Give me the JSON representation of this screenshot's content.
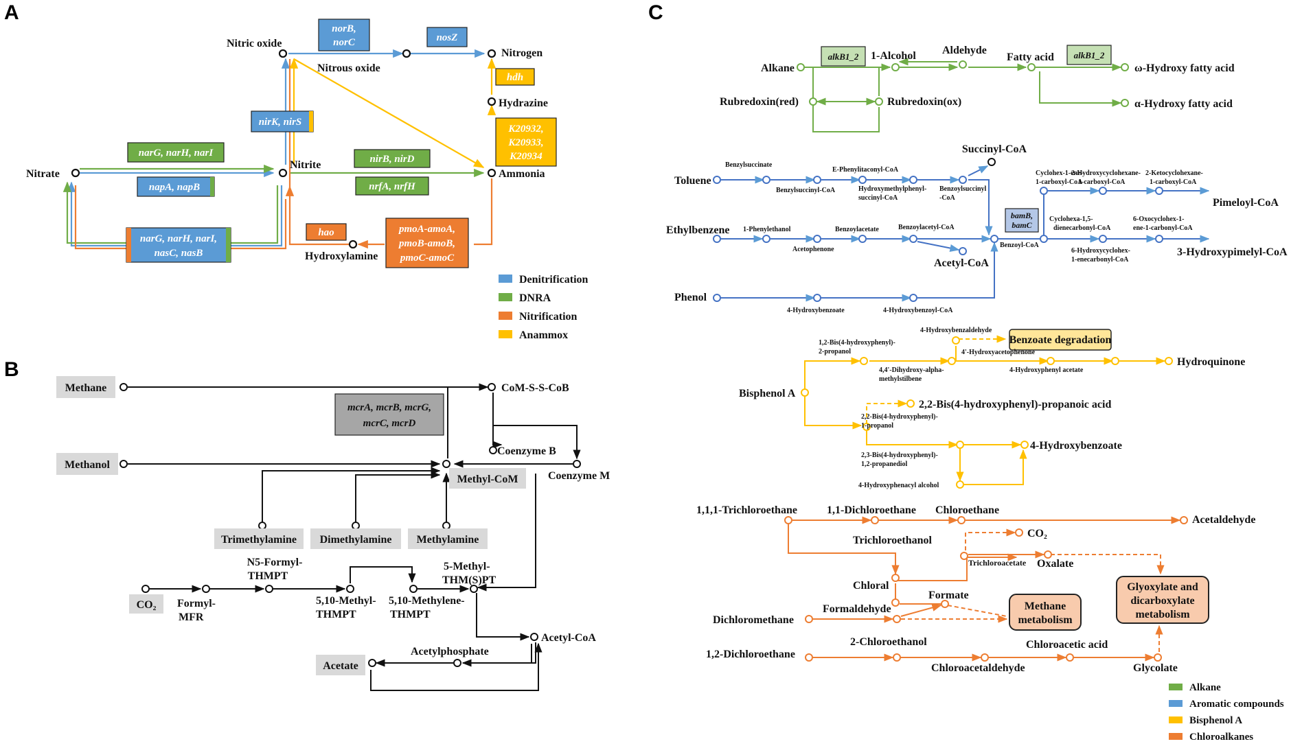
{
  "panels": {
    "A": {
      "label": "A",
      "nodes": {
        "nitric_oxide": "Nitric oxide",
        "nitrous_oxide": "Nitrous oxide",
        "nitrogen": "Nitrogen",
        "hydrazine": "Hydrazine",
        "nitrate": "Nitrate",
        "nitrite": "Nitrite",
        "ammonia": "Ammonia",
        "hydroxylamine": "Hydroxylamine"
      },
      "genes": {
        "norB_norC": [
          "norB,",
          "norC"
        ],
        "nosZ": "nosZ",
        "hdh": "hdh",
        "nirK_nirS": "nirK, nirS",
        "narG_narH_narI_top": "narG, narH, narI",
        "napA_napB": "napA, napB",
        "nirB_nirD": "nirB, nirD",
        "nrfA_nrfH": "nrfA, nrfH",
        "k2093x": [
          "K20932,",
          "K20933,",
          "K20934"
        ],
        "narG_nasC_nasB": [
          "narG, narH, narI,",
          "nasC, nasB"
        ],
        "hao": "hao",
        "pmo": [
          "pmoA-amoA,",
          "pmoB-amoB,",
          "pmoC-amoC"
        ]
      },
      "legend": [
        {
          "label": "Denitrification",
          "color": "#5b9bd5"
        },
        {
          "label": "DNRA",
          "color": "#70ad47"
        },
        {
          "label": "Nitrification",
          "color": "#ed7d31"
        },
        {
          "label": "Anammox",
          "color": "#ffc000"
        }
      ]
    },
    "B": {
      "label": "B",
      "nodes": {
        "methane": "Methane",
        "com_s_s_cob": "CoM-S-S-CoB",
        "methanol": "Methanol",
        "coenzyme_b": "Coenzyme B",
        "methyl_com": "Methyl-CoM",
        "coenzyme_m": "Coenzyme M",
        "trimethylamine": "Trimethylamine",
        "dimethylamine": "Dimethylamine",
        "methylamine": "Methylamine",
        "n5_formyl": [
          "N5-Formyl-",
          "THMPT"
        ],
        "methyl_thmpt": [
          "5-Methyl-",
          "THM(S)PT"
        ],
        "co2": "CO₂",
        "formyl_mfr": [
          "Formyl-",
          "MFR"
        ],
        "methyl_510": [
          "5,10-Methyl-",
          "THMPT"
        ],
        "methylene_510": [
          "5,10-Methylene-",
          "THMPT"
        ],
        "acetyl_coa": "Acetyl-CoA",
        "acetylphosphate": "Acetylphosphate",
        "acetate": "Acetate"
      },
      "genes": {
        "mcr": [
          "mcrA, mcrB, mcrG,",
          "mcrC, mcrD"
        ]
      }
    },
    "C": {
      "label": "C",
      "alkane": {
        "alkane": "Alkane",
        "gene": "alkB1_2",
        "alcohol": "1-Alcohol",
        "aldehyde": "Aldehyde",
        "fatty_acid": "Fatty acid",
        "omega": "ω-Hydroxy fatty acid",
        "alpha": "α-Hydroxy fatty acid",
        "rub_red": "Rubredoxin(red)",
        "rub_ox": "Rubredoxin(ox)"
      },
      "aromatic": {
        "succinyl_coa": "Succinyl-CoA",
        "toluene": "Toluene",
        "benzylsuccinate": "Benzylsuccinate",
        "e_phenylitaconyl": "E-Phenylitaconyl-CoA",
        "benzylsuccinyl": "Benzylsuccinyl-CoA",
        "hydroxymethyl": [
          "Hydroxymethylphenyl-",
          "succinyl-CoA"
        ],
        "benzoylsuccinyl": [
          "Benzoylsuccinyl",
          "-CoA"
        ],
        "ethylbenzene": "Ethylbenzene",
        "phenylethanol": "1-Phenylethanol",
        "acetophenone": "Acetophenone",
        "benzoylacetate": "Benzoylacetate",
        "benzoylacetyl": "Benzoylacetyl-CoA",
        "acetyl_coa": "Acetyl-CoA",
        "bam_gene": [
          "bamB,",
          "bamC"
        ],
        "benzoyl_coa": "Benzoyl-CoA",
        "cyclohex_ene": [
          "Cyclohex-1-ene-",
          "1-carboxyl-CoA"
        ],
        "hydroxycyclohexane": [
          "2-Hydroxycyclohexane-",
          "1-carboxyl-CoA"
        ],
        "ketocyclohexane": [
          "2-Ketocyclohexane-",
          "1-carboxyl-CoA"
        ],
        "pimeloyl": "Pimeloyl-CoA",
        "cyclohexa_diene": [
          "Cyclohexa-1,5-",
          "dienecarbonyl-CoA"
        ],
        "oxocyclohex": [
          "6-Oxocyclohex-1-",
          "ene-1-carbonyl-CoA"
        ],
        "hydroxycyclohex_ene": [
          "6-Hydroxycyclohex-",
          "1-enecarbonyl-CoA"
        ],
        "hydroxypimelyl": "3-Hydroxypimelyl-CoA",
        "phenol": "Phenol",
        "hydroxybenzoate": "4-Hydroxybenzoate",
        "hydroxybenzoyl": "4-Hydroxybenzoyl-CoA"
      },
      "bisphenol": {
        "hydroxybenzaldehyde": "4-Hydroxybenzaldehyde",
        "benzoate_degradation": "Benzoate degradation",
        "bis_propanol": [
          "1,2-Bis(4-hydroxyphenyl)-",
          "2-propanol"
        ],
        "hydroxyacetophenone": "4'-Hydroxyacetophenone",
        "dihydroxy": [
          "4,4'-Dihydroxy-alpha-",
          "methylstilbene"
        ],
        "hydroxyphenyl_acetate": "4-Hydroxyphenyl   acetate",
        "hydroquinone": "Hydroquinone",
        "bisphenol_a": "Bisphenol A",
        "propanoic_acid": "2,2-Bis(4-hydroxyphenyl)-propanoic acid",
        "bis_1_propanol": [
          "2,2-Bis(4-hydroxyphenyl)-",
          "1-propanol"
        ],
        "hydroxybenzoate": "4-Hydroxybenzoate",
        "propanediol": [
          "2,3-Bis(4-hydroxyphenyl)-",
          "1,2-propanediol"
        ],
        "phenacyl_alcohol": "4-Hydroxyphenacyl  alcohol"
      },
      "chloro": {
        "tca": "1,1,1-Trichloroethane",
        "dca": "1,1-Dichloroethane",
        "chloroethane": "Chloroethane",
        "acetaldehyde": "Acetaldehyde",
        "co2": "CO₂",
        "trichloroethanol": "Trichloroethanol",
        "trichloroacetate": "Trichloroacetate",
        "oxalate": "Oxalate",
        "chloral": "Chloral",
        "formate": "Formate",
        "methane_metabolism": [
          "Methane",
          "metabolism"
        ],
        "glyoxylate": [
          "Glyoxylate and",
          "dicarboxylate",
          "metabolism"
        ],
        "formaldehyde": "Formaldehyde",
        "dichloromethane": "Dichloromethane",
        "chloroethanol": "2-Chloroethanol",
        "chloroacetic_acid": "Chloroacetic acid",
        "dichloroethane_12": "1,2-Dichloroethane",
        "chloroacetaldehyde": "Chloroacetaldehyde",
        "glycolate": "Glycolate"
      },
      "legend": [
        {
          "label": "Alkane",
          "color": "#70ad47"
        },
        {
          "label": "Aromatic compounds",
          "color": "#5b9bd5"
        },
        {
          "label": "Bisphenol A",
          "color": "#ffc000"
        },
        {
          "label": "Chloroalkanes",
          "color": "#ed7d31"
        }
      ]
    }
  }
}
